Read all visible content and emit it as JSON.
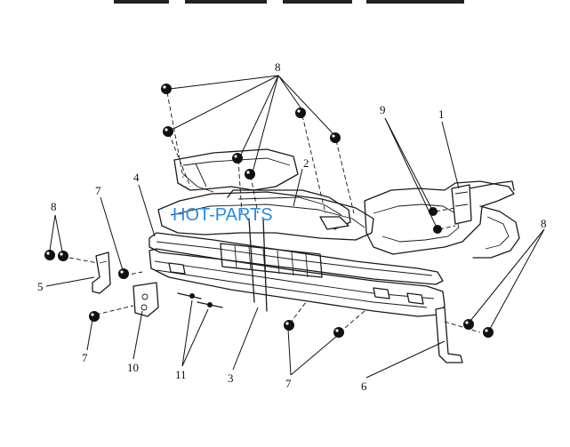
{
  "header": {
    "text": ""
  },
  "watermark": {
    "text": "HOT-PARTS"
  },
  "callouts": [
    {
      "id": "c8a",
      "label": "8"
    },
    {
      "id": "c9",
      "label": "9"
    },
    {
      "id": "c1",
      "label": "1"
    },
    {
      "id": "c2",
      "label": "2"
    },
    {
      "id": "c4",
      "label": "4"
    },
    {
      "id": "c7a",
      "label": "7"
    },
    {
      "id": "c8b",
      "label": "8"
    },
    {
      "id": "c5",
      "label": "5"
    },
    {
      "id": "c7b",
      "label": "7"
    },
    {
      "id": "c10",
      "label": "10"
    },
    {
      "id": "c11",
      "label": "11"
    },
    {
      "id": "c3",
      "label": "3"
    },
    {
      "id": "c7c",
      "label": "7"
    },
    {
      "id": "c6",
      "label": "6"
    },
    {
      "id": "c8c",
      "label": "8"
    }
  ]
}
